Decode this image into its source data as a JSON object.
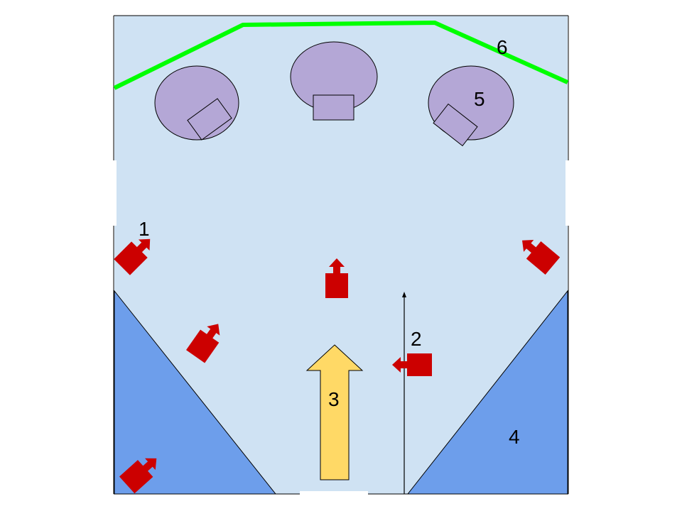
{
  "labels": {
    "one": "1",
    "two": "2",
    "three": "3",
    "four": "4",
    "five": "5",
    "six": "6"
  },
  "colors": {
    "background": "#cfe2f3",
    "outline": "#000000",
    "corner_ramps": "#6d9eeb",
    "green_line": "#00ff00",
    "purple_shapes": "#b4a7d6",
    "red_markers": "#cc0000",
    "yellow_arrow": "#ffd966"
  }
}
